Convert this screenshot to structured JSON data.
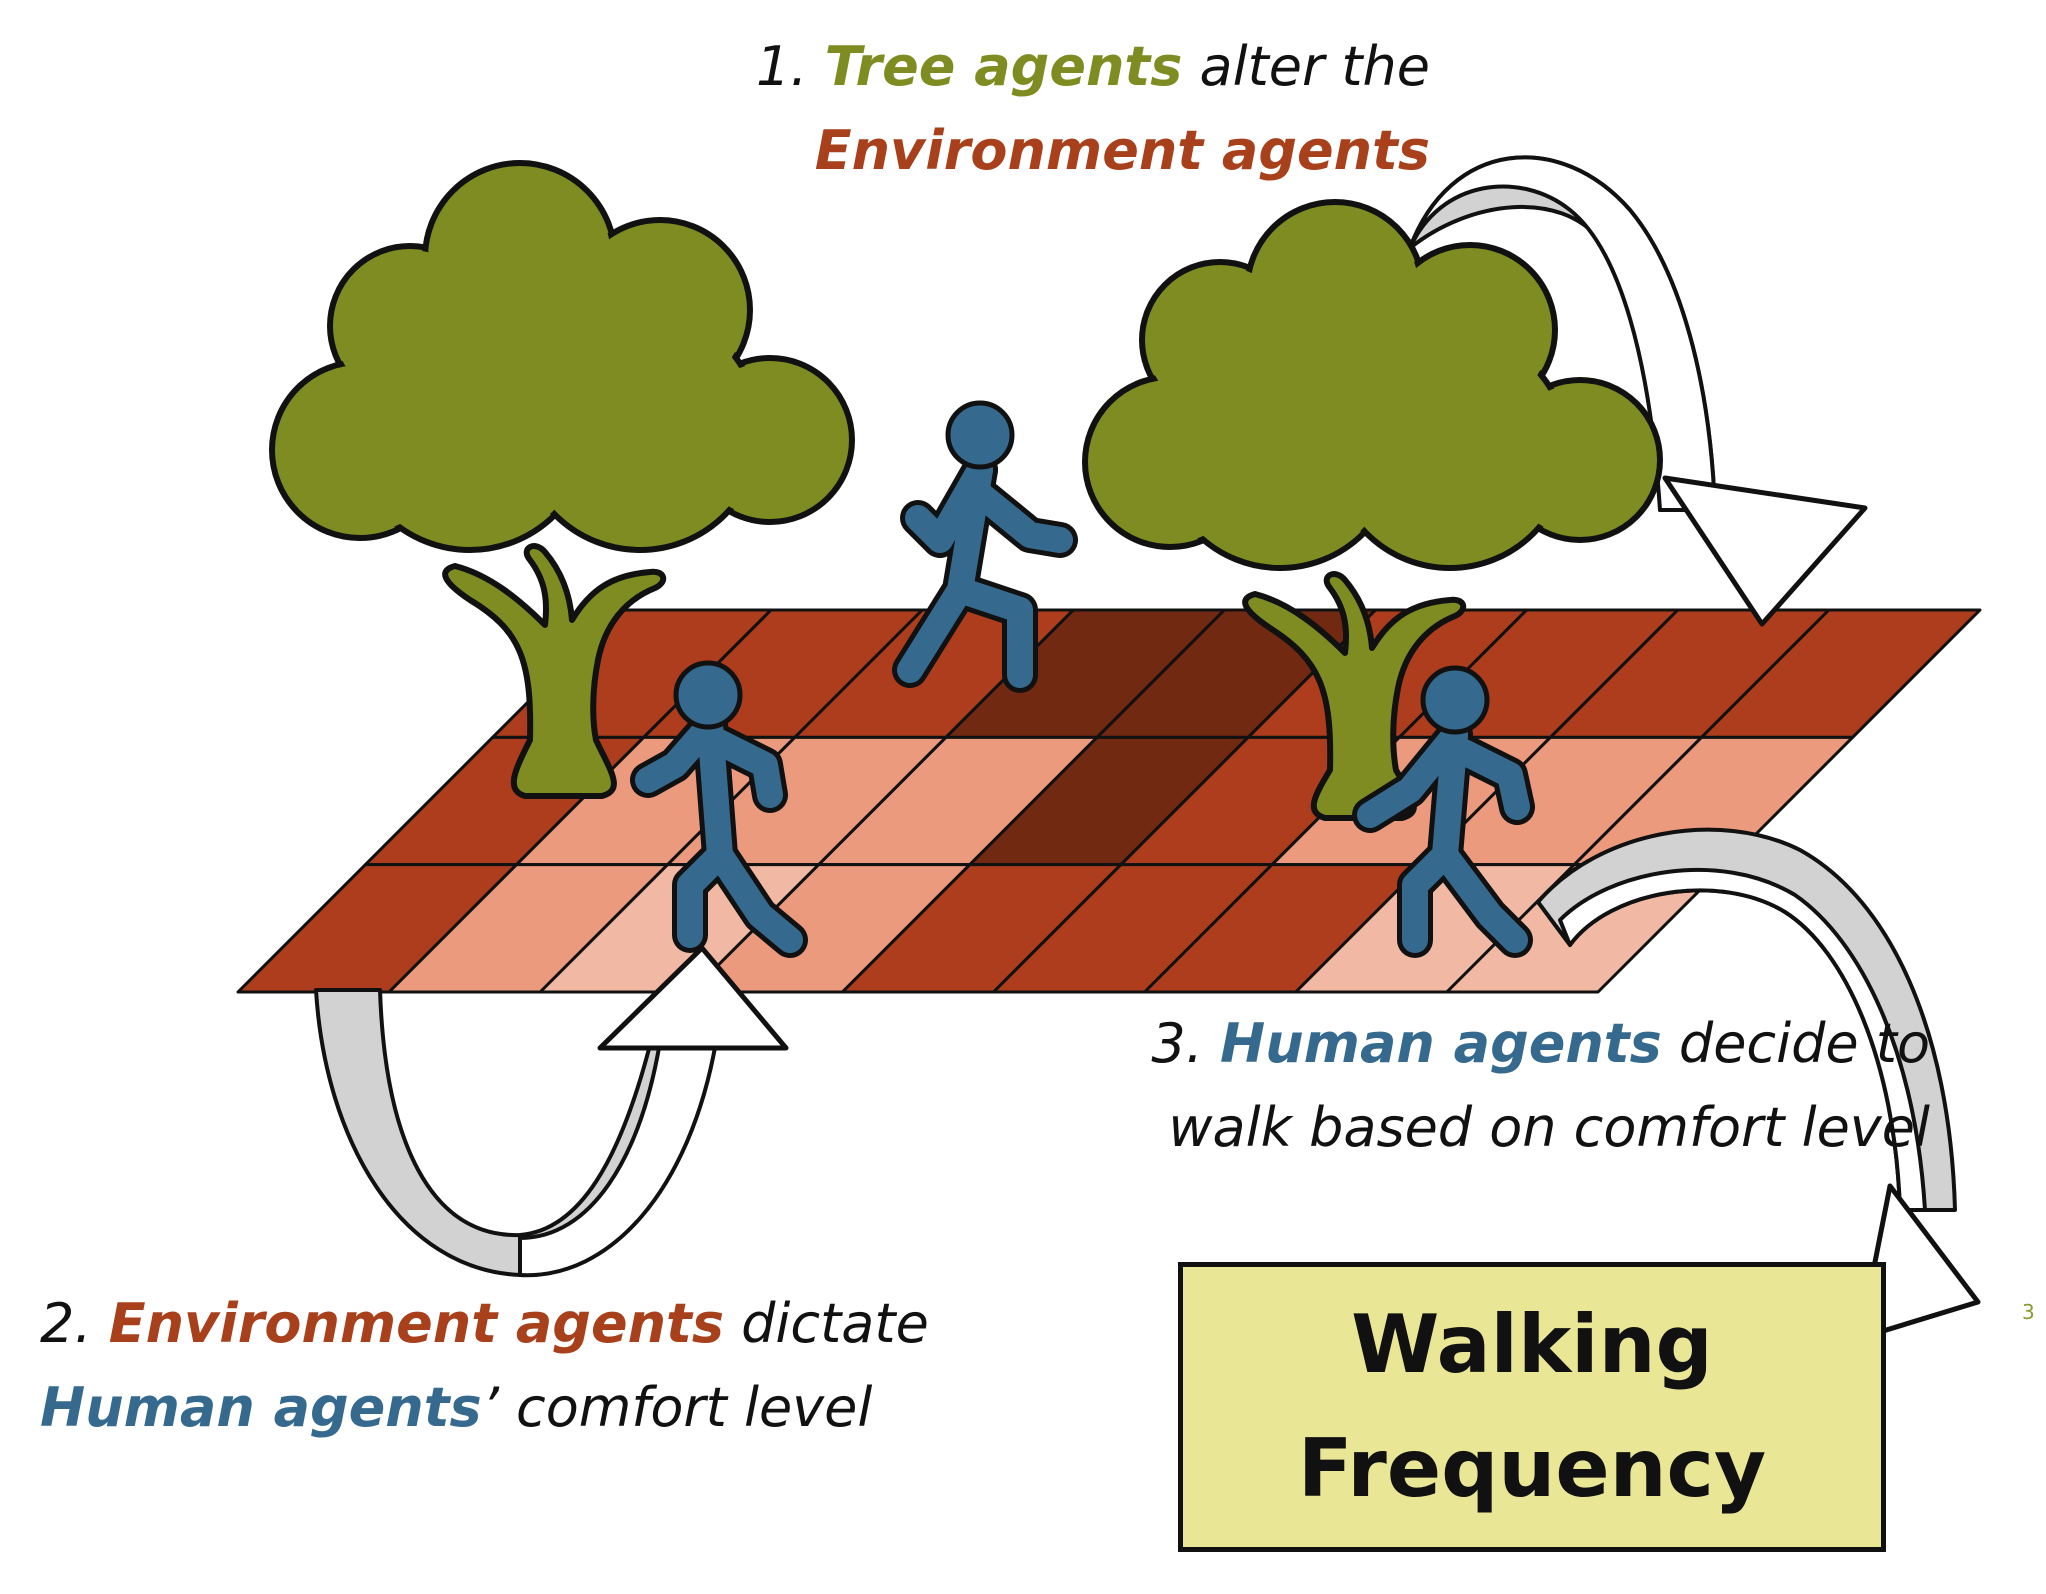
{
  "captions": {
    "step1": {
      "num": "1.",
      "tree_term": "Tree agents",
      "rest": "alter the",
      "env_term": "Environment agents"
    },
    "step2": {
      "num": "2.",
      "env_term": "Environment agents",
      "rest1": "dictate",
      "human_term": "Human agents",
      "rest2": "’ comfort level"
    },
    "step3": {
      "num": "3.",
      "human_term": "Human agents",
      "rest1": "decide to",
      "rest2": "walk based on comfort level"
    }
  },
  "outcome": {
    "line1": "Walking",
    "line2": "Frequency"
  },
  "slide_number": "3",
  "colors": {
    "tree": "#7f8c22",
    "environment": "#a8401c",
    "human": "#356a8e",
    "cell_dark": "#722912",
    "cell_mid": "#ad3d1c",
    "cell_light": "#ec9a7e",
    "cell_lightest": "#f1b9a3",
    "outcome_box": "#e9e696"
  },
  "grid": {
    "rows": 3,
    "cols": 9,
    "cell_shades": [
      [
        "mid",
        "mid",
        "mid",
        "dark",
        "dark",
        "mid",
        "mid",
        "mid",
        "mid"
      ],
      [
        "mid",
        "light",
        "light",
        "light",
        "dark",
        "mid",
        "light",
        "light",
        "light"
      ],
      [
        "mid",
        "light",
        "lightest",
        "light",
        "mid",
        "mid",
        "mid",
        "lightest",
        "lightest"
      ]
    ]
  },
  "icons": [
    "tree-icon",
    "tree-icon",
    "walking-person-icon",
    "walking-person-icon",
    "walking-person-icon",
    "curved-arrow-icon",
    "curved-arrow-icon",
    "curved-arrow-icon"
  ]
}
